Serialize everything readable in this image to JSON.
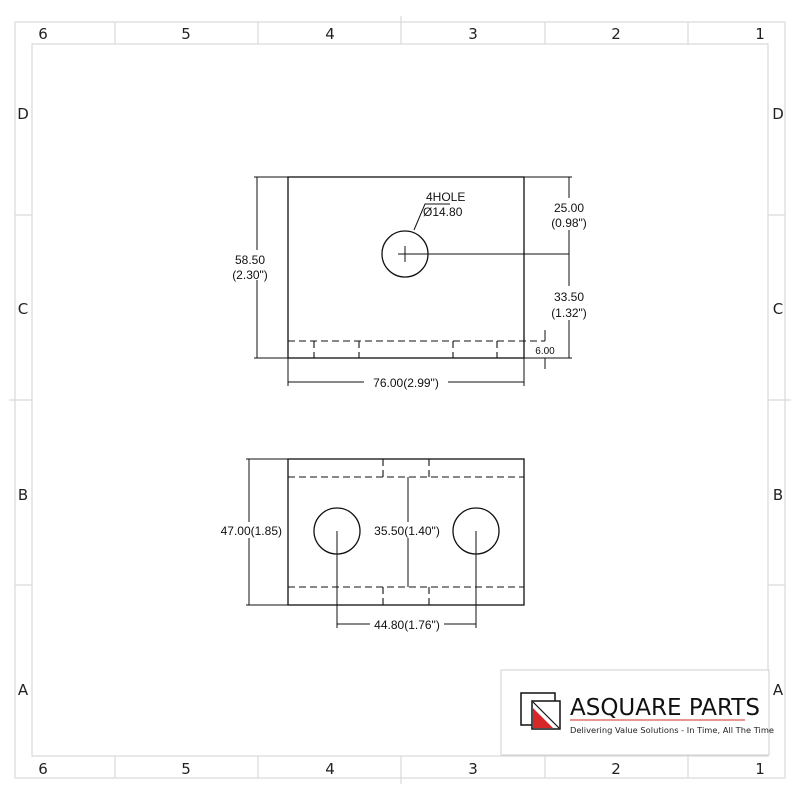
{
  "border": {
    "columns_top": [
      "6",
      "5",
      "4",
      "3",
      "2",
      "1"
    ],
    "columns_bottom": [
      "6",
      "5",
      "4",
      "3",
      "2",
      "1"
    ],
    "rows_left": [
      "D",
      "C",
      "B",
      "A"
    ],
    "rows_right": [
      "D",
      "C",
      "B",
      "A"
    ]
  },
  "top_view": {
    "hole_note_line1": "4HOLE",
    "hole_note_line2": "Ø14.80",
    "height_mm": "58.50",
    "height_in": "(2.30\")",
    "width": "76.00(2.99\")",
    "top_offset_mm": "25.00",
    "top_offset_in": "(0.98\")",
    "bottom_offset_mm": "33.50",
    "bottom_offset_in": "(1.32\")",
    "thickness": "6.00"
  },
  "bottom_view": {
    "height": "47.00(1.85)",
    "inner_height": "35.50(1.40\")",
    "hole_spacing": "44.80(1.76\")"
  },
  "title_block": {
    "company": "ASQUARE PARTS",
    "tagline": "Delivering Value Solutions - In Time, All The Time",
    "accent_color": "#d62828"
  }
}
